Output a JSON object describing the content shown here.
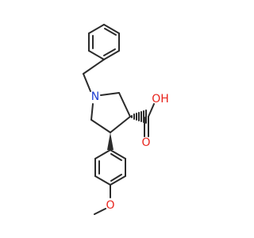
{
  "molecule": {
    "atoms": {
      "nitrogen": "N",
      "carbonyl_oxygen": "O",
      "hydroxyl_group": "OH",
      "methoxy_oxygen": "O"
    }
  },
  "colors": {
    "bond": "#2b2b2b",
    "nitrogen": "#1f3fd1",
    "oxygen": "#e8231c",
    "background": "#ffffff"
  }
}
